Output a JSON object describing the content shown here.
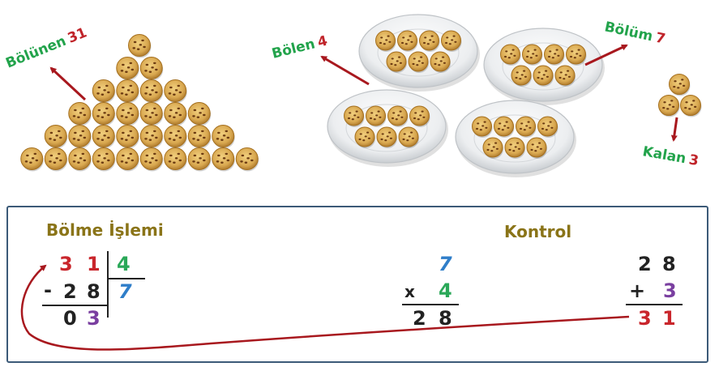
{
  "labels": {
    "dividend_word": "Bölünen",
    "dividend_value": "31",
    "divisor_word": "Bölen",
    "divisor_value": "4",
    "quotient_word": "Bölüm",
    "quotient_value": "7",
    "remainder_word": "Kalan",
    "remainder_value": "3"
  },
  "cookies": {
    "pile_rows": [
      1,
      2,
      4,
      6,
      8,
      10
    ],
    "plates": 4,
    "cookies_per_plate": 7,
    "remainder": 3
  },
  "division": {
    "title": "Bölme İşlemi",
    "dividend_digits": [
      "3",
      "1"
    ],
    "divisor": "4",
    "minus_sign": "-",
    "subtract_digits": [
      "2",
      "8"
    ],
    "quotient": "7",
    "result_digits": [
      "0",
      "3"
    ]
  },
  "check": {
    "title": "Kontrol",
    "multiplicand": "7",
    "times_sign": "x",
    "multiplier": "4",
    "product_digits": [
      "2",
      "8"
    ],
    "add_top_digits": [
      "2",
      "8"
    ],
    "plus_sign": "+",
    "add_bottom": "3",
    "sum_digits": [
      "3",
      "1"
    ]
  },
  "colors": {
    "red": "#c9262c",
    "green": "#2aa858",
    "blue": "#2f7ec9",
    "purple": "#7a3fa0",
    "title_gold": "#8a7418",
    "arrow_red": "#a8181e",
    "panel_border": "#3c5a78"
  }
}
